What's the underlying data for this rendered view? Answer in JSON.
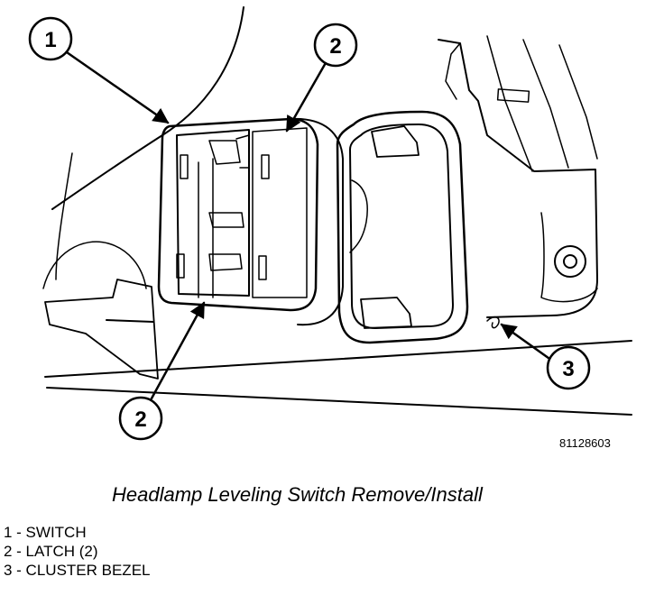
{
  "callouts": [
    {
      "number": "1"
    },
    {
      "number": "2"
    },
    {
      "number": "2"
    },
    {
      "number": "3"
    }
  ],
  "figure_id": "81128603",
  "caption": "Headlamp Leveling Switch Remove/Install",
  "legend": [
    "1 - SWITCH",
    "2 - LATCH (2)",
    "3 - CLUSTER BEZEL"
  ]
}
